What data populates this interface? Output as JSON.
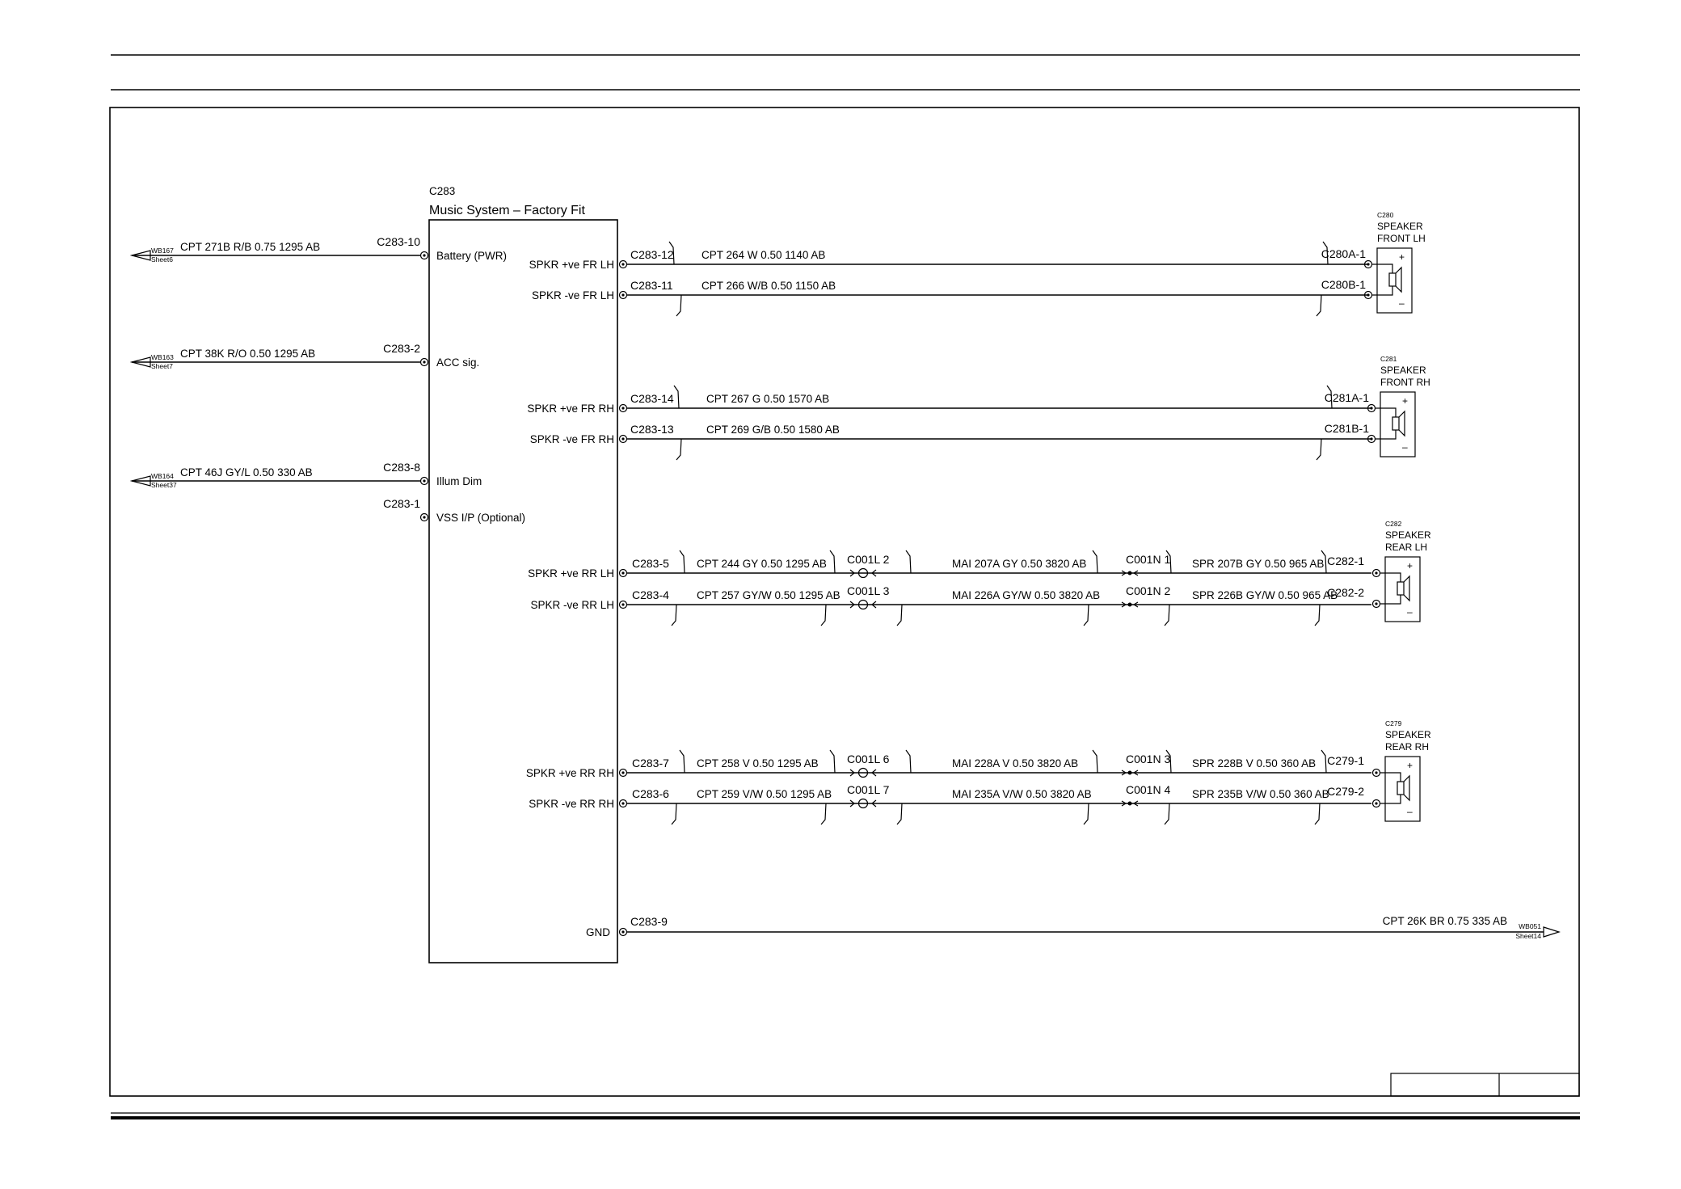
{
  "module": {
    "id": "C283",
    "name": "Music System – Factory Fit",
    "inputs": [
      {
        "pin": "C283-10",
        "label": "Battery (PWR)",
        "wire": "CPT  271B R/B 0.75 1295 AB",
        "ref": "WB167",
        "sheet": "Sheet6"
      },
      {
        "pin": "C283-2",
        "label": "ACC sig.",
        "wire": "CPT  38K R/O 0.50 1295 AB",
        "ref": "WB163",
        "sheet": "Sheet7"
      },
      {
        "pin": "C283-8",
        "label": "Illum Dim",
        "wire": "CPT  46J GY/L 0.50 330 AB",
        "ref": "WB164",
        "sheet": "Sheet37"
      },
      {
        "pin": "C283-1",
        "label": "VSS I/P (Optional)"
      }
    ]
  },
  "front_channels": [
    {
      "label": "SPKR +ve FR LH",
      "pin": "C283-12",
      "wire": "CPT  264 W 0.50 1140 AB",
      "end_pin": "C280A-1"
    },
    {
      "label": "SPKR -ve FR LH",
      "pin": "C283-11",
      "wire": "CPT  266 W/B 0.50 1150 AB",
      "end_pin": "C280B-1"
    },
    {
      "label": "SPKR +ve FR RH",
      "pin": "C283-14",
      "wire": "CPT  267 G 0.50 1570 AB",
      "end_pin": "C281A-1"
    },
    {
      "label": "SPKR -ve FR RH",
      "pin": "C283-13",
      "wire": "CPT  269 G/B 0.50 1580 AB",
      "end_pin": "C281B-1"
    }
  ],
  "rear_channels": [
    {
      "label": "SPKR +ve RR LH",
      "pin": "C283-5",
      "w1": "CPT  244 GY 0.50 1295 AB",
      "c1": "C001L  2",
      "w2": "MAI  207A GY 0.50 3820 AB",
      "c2": "C001N  1",
      "w3": "SPR  207B GY 0.50 965 AB",
      "end_pin": "C282-1"
    },
    {
      "label": "SPKR -ve RR LH",
      "pin": "C283-4",
      "w1": "CPT  257 GY/W 0.50 1295 AB",
      "c1": "C001L  3",
      "w2": "MAI  226A GY/W 0.50 3820 AB",
      "c2": "C001N  2",
      "w3": "SPR  226B GY/W 0.50 965 AB",
      "end_pin": "C282-2"
    },
    {
      "label": "SPKR +ve RR RH",
      "pin": "C283-7",
      "w1": "CPT  258 V 0.50 1295 AB",
      "c1": "C001L  6",
      "w2": "MAI   228A V 0.50 3820 AB",
      "c2": "C001N  3",
      "w3": "SPR  228B V 0.50 360 AB",
      "end_pin": "C279-1"
    },
    {
      "label": "SPKR -ve RR RH",
      "pin": "C283-6",
      "w1": "CPT  259 V/W 0.50 1295 AB",
      "c1": "C001L  7",
      "w2": "MAI   235A V/W 0.50 3820 AB",
      "c2": "C001N  4",
      "w3": "SPR  235B V/W 0.50 360 AB",
      "end_pin": "C279-2"
    }
  ],
  "speakers": [
    {
      "id": "C280",
      "line1": "SPEAKER",
      "line2": "FRONT  LH"
    },
    {
      "id": "C281",
      "line1": "SPEAKER",
      "line2": "FRONT  RH"
    },
    {
      "id": "C282",
      "line1": "SPEAKER",
      "line2": "REAR  LH"
    },
    {
      "id": "C279",
      "line1": "SPEAKER",
      "line2": "REAR  RH"
    }
  ],
  "ground": {
    "label": "GND",
    "pin": "C283-9",
    "wire": "CPT  26K BR 0.75 335 AB",
    "ref": "WB051",
    "sheet": "Sheet14"
  },
  "polarity": {
    "plus": "+",
    "minus": "–"
  }
}
